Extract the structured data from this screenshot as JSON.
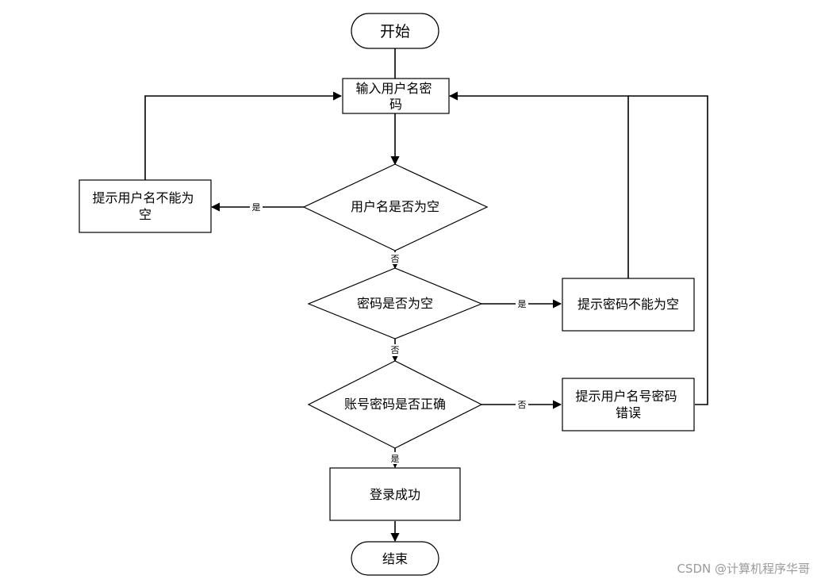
{
  "nodes": {
    "start": "开始",
    "input": [
      "输入用户名密",
      "码"
    ],
    "check_username": "用户名是否为空",
    "username_empty_tip": [
      "提示用户名不能为",
      "空"
    ],
    "check_password": "密码是否为空",
    "password_empty_tip": "提示密码不能为空",
    "check_account": "账号密码是否正确",
    "account_wrong_tip": [
      "提示用户名号密码",
      "错误"
    ],
    "login_success": "登录成功",
    "end": "结束"
  },
  "edges": {
    "username_yes": "是",
    "username_no": "否",
    "password_yes": "是",
    "password_no": "否",
    "account_no": "否",
    "account_yes": "是"
  },
  "watermark": "CSDN @计算机程序华哥"
}
